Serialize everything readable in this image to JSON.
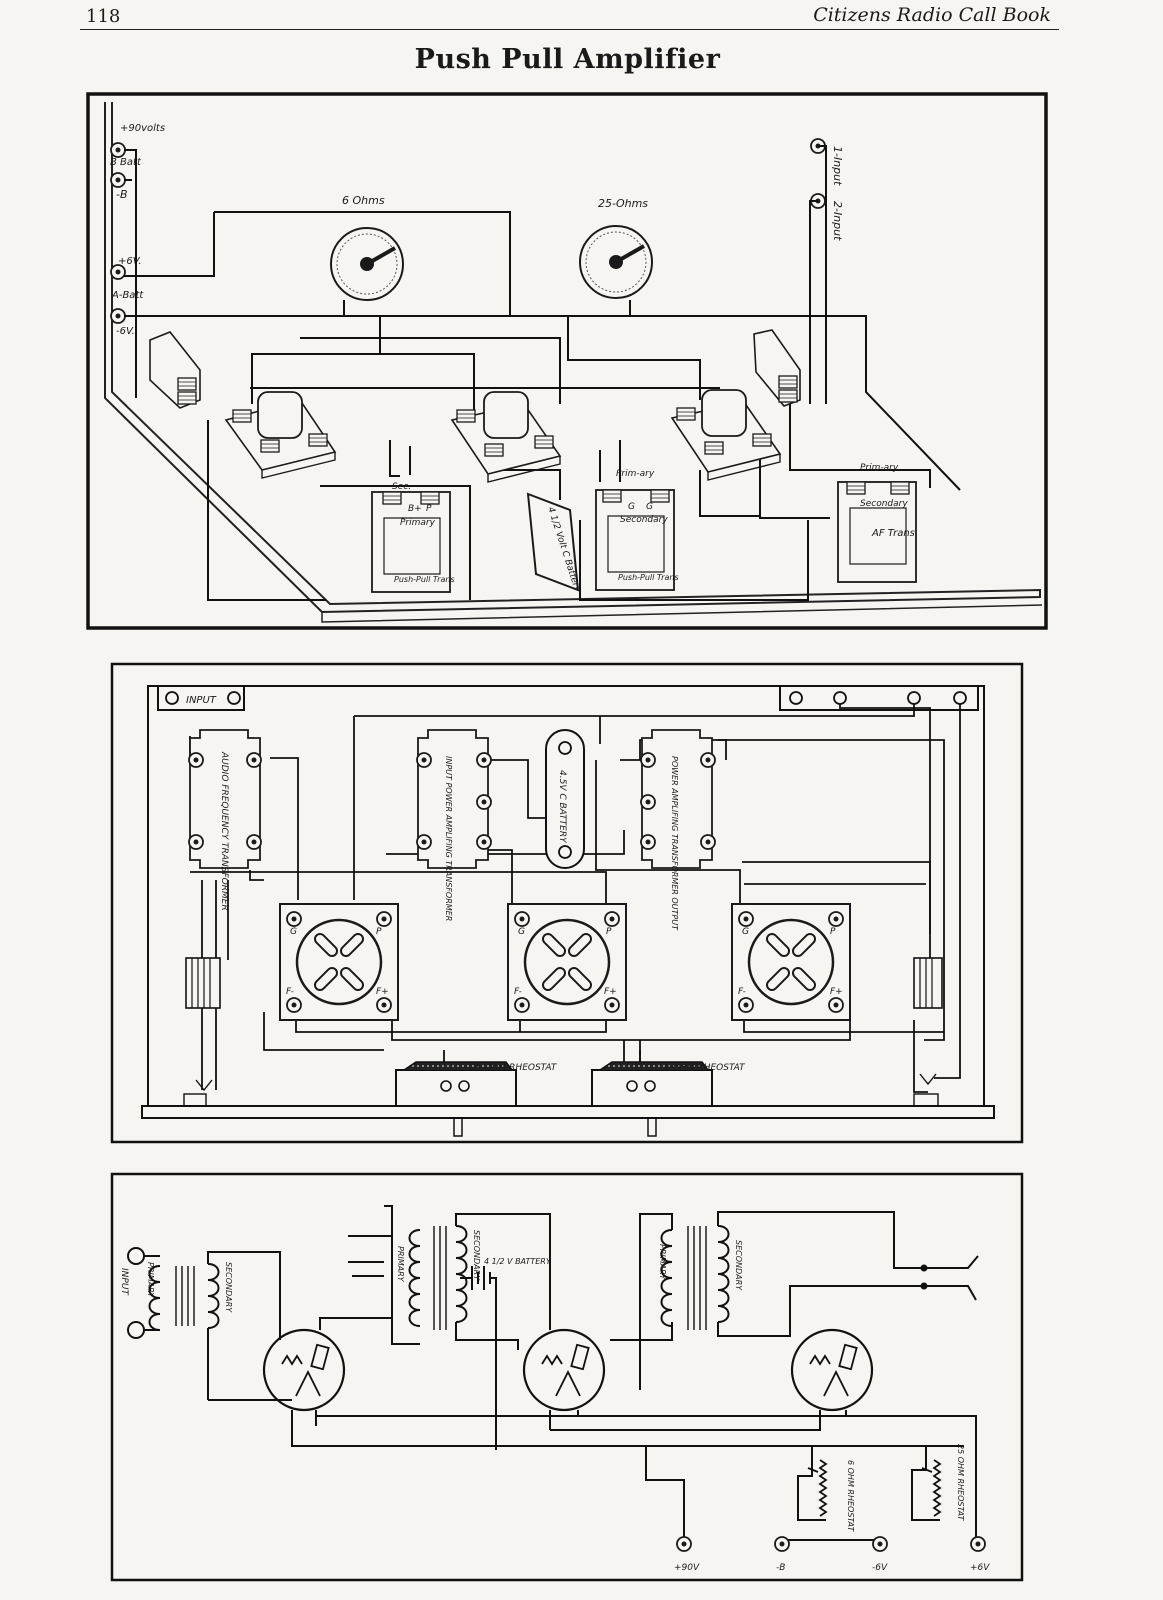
{
  "header": {
    "page_number": "118",
    "book_title": "Citizens Radio Call Book"
  },
  "title": "Push Pull Amplifier",
  "pictorial": {
    "terminals": [
      "+90volts",
      "B Batt",
      "-B",
      "+6V.",
      "A-Batt",
      "-6V."
    ],
    "input_terminals": [
      "1-Input",
      "2-Input"
    ],
    "rheostat_left": "6 Ohms",
    "rheostat_right": "25-Ohms",
    "transformers": [
      {
        "name": "Push-Pull Trans",
        "labels": [
          "Sec.",
          "B+",
          "P",
          "Primary"
        ]
      },
      {
        "name": "Push-Pull Trans",
        "labels": [
          "Prim-ary",
          "G",
          "G",
          "Secondary"
        ]
      },
      {
        "name": "AF Trans.",
        "labels": [
          "Prim-ary",
          "Secondary"
        ]
      }
    ],
    "battery": "4 1/2 Volt C Battery"
  },
  "wiring": {
    "input_label": "INPUT",
    "transformer_left": "AUDIO FREQUENCY TRANSFORMER",
    "transformer_mid": "INPUT POWER AMPLIFING TRANSFORMER",
    "battery": "4.5V C BATTERY",
    "transformer_right": "POWER AMPLIFING TRANSFORMER OUTPUT",
    "rheostat_left": "25-OHM RHEOSTAT",
    "rheostat_right": "6-OHM RHEOSTAT",
    "tube_pins": [
      "G",
      "P",
      "F-",
      "F+"
    ]
  },
  "schematic": {
    "input": "INPUT",
    "primary": "PRIMARY",
    "secondary": "SECONDARY",
    "battery": "4 1/2 V BATTERY",
    "rheostat_left": "6 OHM RHEOSTAT",
    "rheostat_right": "25 OHM RHEOSTAT",
    "supply": [
      "+90V",
      "-B",
      "-6V",
      "+6V"
    ]
  }
}
